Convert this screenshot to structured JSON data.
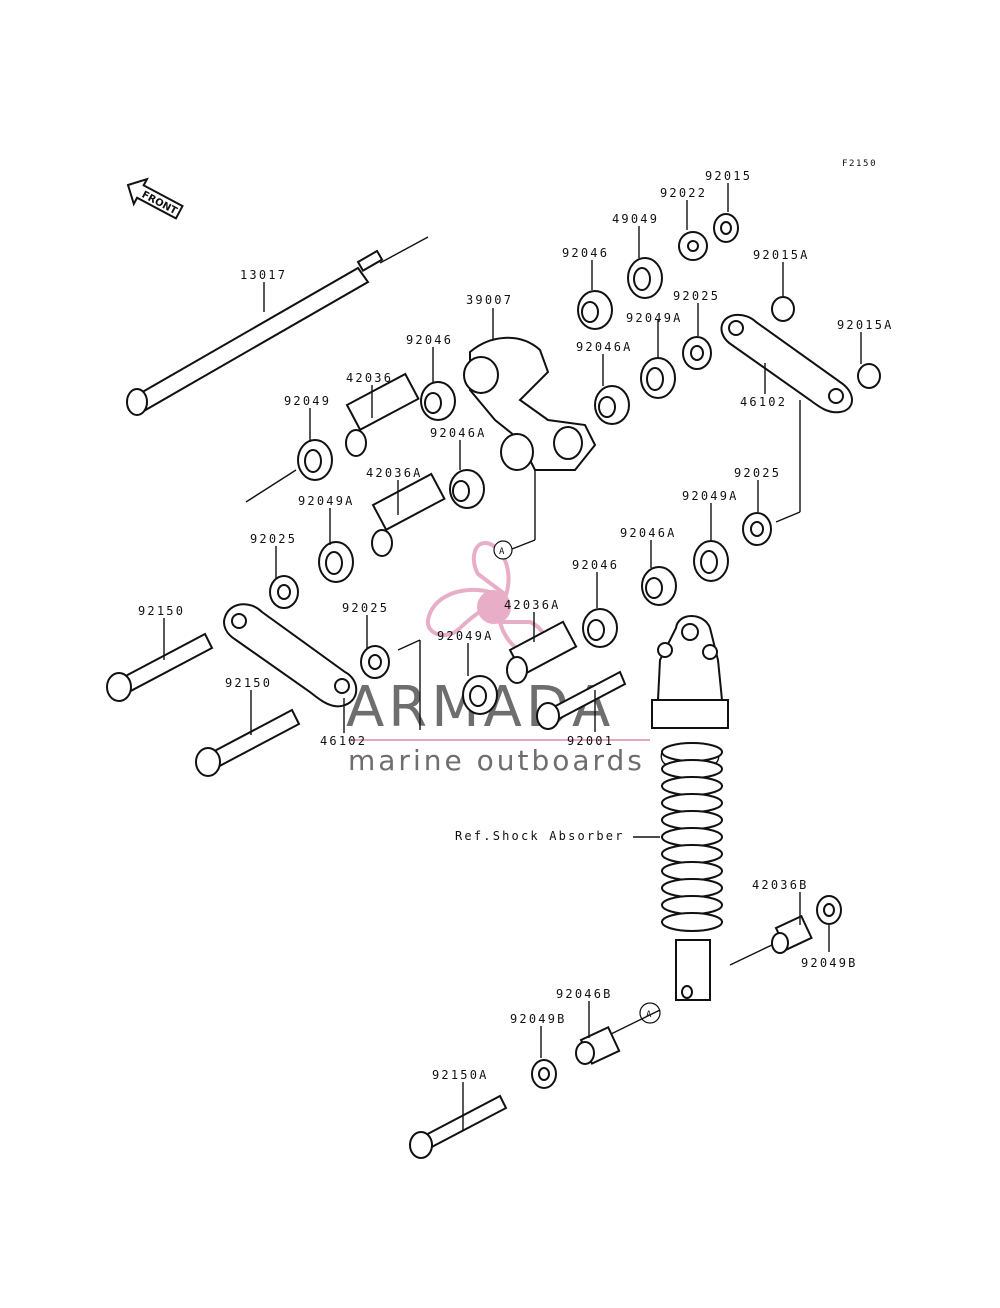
{
  "figure_code": "F2150",
  "front_label": "FRONT",
  "callout_marker": "A",
  "watermark": {
    "brand": "ARMADA",
    "tagline": "marine outboards",
    "colors": {
      "logo": "#e7a6c2",
      "text": "#6e6e6e"
    }
  },
  "shock_reference": "Ref.Shock Absorber",
  "part_labels": [
    "13017",
    "39007",
    "92046",
    "42036",
    "92049",
    "92046A",
    "42036A",
    "92049A",
    "92025",
    "92150",
    "92150",
    "46102",
    "92025",
    "92049A",
    "92001",
    "42036A",
    "92046",
    "92046A",
    "92049A",
    "92025",
    "46102",
    "92015A",
    "92025",
    "92049A",
    "92046A",
    "92046",
    "49049",
    "92022",
    "92015",
    "92015A",
    "42036B",
    "92049B",
    "92046B",
    "92049B",
    "92150A"
  ]
}
